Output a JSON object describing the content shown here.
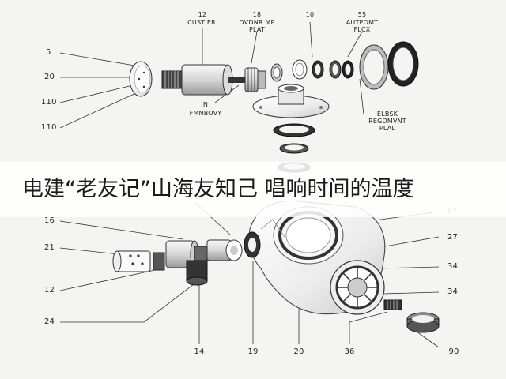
{
  "caption": "电建“老友记”山海友知己 唱响时间的温度",
  "labels": {
    "l5": "5",
    "l20": "20",
    "l110a": "110",
    "l110b": "110",
    "l12_top_num": "12",
    "l12_top_name": "CUSTIER",
    "l18_num": "18",
    "l18_name": "DVDNR MP\nPLAT",
    "l10": "10",
    "l55_num": "55",
    "l55_name": "AUTPOMT\nFLCX",
    "ln_num": "N",
    "ln_name": "FMNBOVY",
    "lelbsk": "ELBSK\nREGDMVNT\nPLAL",
    "l67": "67",
    "l27": "27",
    "l34a": "34",
    "l34b": "34",
    "l16": "16",
    "l21": "21",
    "l12_low": "12",
    "l24": "24",
    "l14": "14",
    "l19": "19",
    "l20_low": "20",
    "l36": "36",
    "l90": "90"
  }
}
